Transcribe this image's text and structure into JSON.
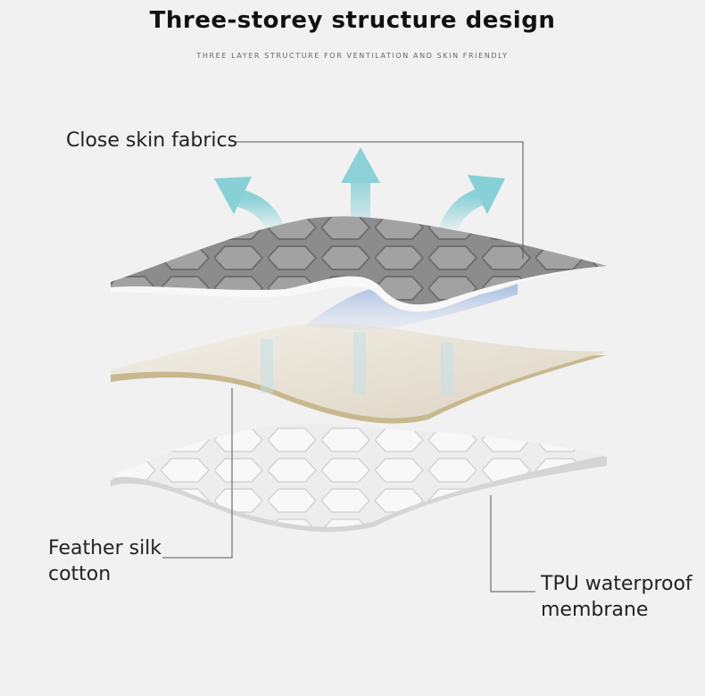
{
  "header": {
    "title": "Three-storey structure design",
    "subtitle": "THREE LAYER STRUCTURE FOR VENTILATION AND SKIN FRIENDLY"
  },
  "layers": {
    "top_label": "Close skin fabrics",
    "middle_label_line1": "Feather silk",
    "middle_label_line2": "cotton",
    "bottom_label_line1": "TPU waterproof",
    "bottom_label_line2": "membrane"
  },
  "colors": {
    "background": "#f1f1f1",
    "top_fabric": "#8f8f8f",
    "middle_layer": "#e8e2d6",
    "middle_edge": "#c7b790",
    "bottom_fabric": "#f6f6f6",
    "arrow": "#8fd3d9"
  },
  "icons": [
    "ventilation-arrow-icon"
  ]
}
